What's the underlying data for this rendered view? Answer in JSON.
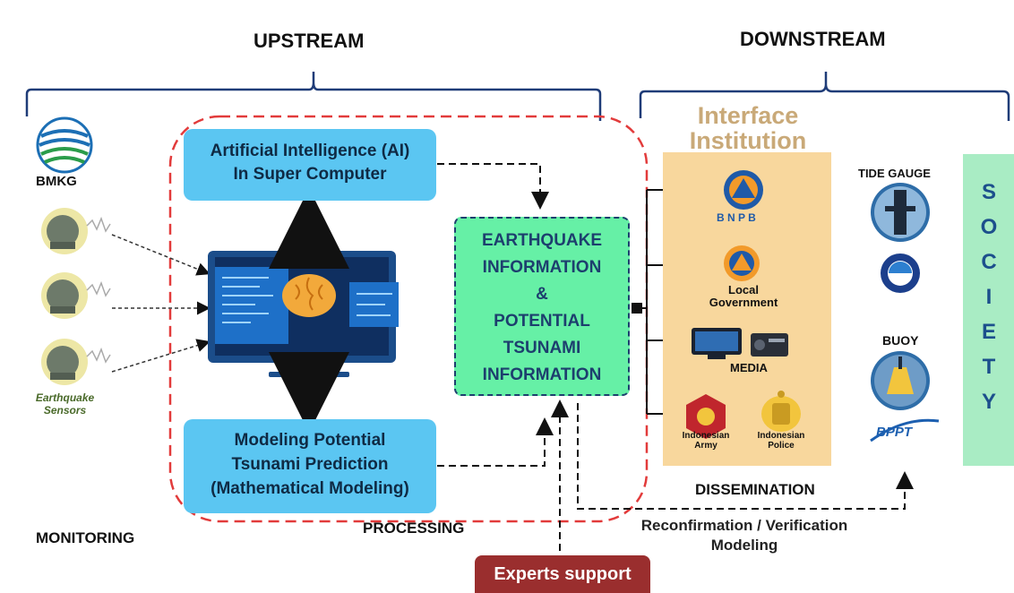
{
  "headings": {
    "upstream": "UPSTREAM",
    "downstream": "DOWNSTREAM"
  },
  "monitoring": {
    "agency": "BMKG",
    "sensors_label_1": "Earthquake",
    "sensors_label_2": "Sensors",
    "stage_label": "MONITORING"
  },
  "processing": {
    "ai_box": [
      "Artificial Intelligence (AI)",
      "In Super Computer"
    ],
    "modeling_box": [
      "Modeling Potential",
      "Tsunami Prediction",
      "(Mathematical Modeling)"
    ],
    "info_box": [
      "EARTHQUAKE",
      "INFORMATION",
      "&",
      "POTENTIAL",
      "TSUNAMI",
      "INFORMATION"
    ],
    "stage_label": "PROCESSING",
    "experts": "Experts support"
  },
  "interface": {
    "title_1": "Interface",
    "title_2": "Institution",
    "bnpb": "B N P B",
    "local_gov_1": "Local",
    "local_gov_2": "Government",
    "media": "MEDIA",
    "army_1": "Indonesian",
    "army_2": "Army",
    "police_1": "Indonesian",
    "police_2": "Police"
  },
  "devices": {
    "tide_gauge": "TIDE GAUGE",
    "buoy": "BUOY",
    "bppt": "BPPT"
  },
  "society": [
    "S",
    "O",
    "C",
    "I",
    "E",
    "T",
    "Y"
  ],
  "dissemination": "DISSEMINATION",
  "reconfirmation": [
    "Reconfirmation / Verification",
    "Modeling"
  ],
  "colors": {
    "blue_box": "#5bc6f2",
    "info_box": "#66f0a6",
    "dashed_red": "#e23b3b",
    "interface_bg": "#f8d79d",
    "society_bg": "#a9ecc4",
    "brace": "#1f3c78",
    "experts_bg": "#9a2e2e"
  }
}
